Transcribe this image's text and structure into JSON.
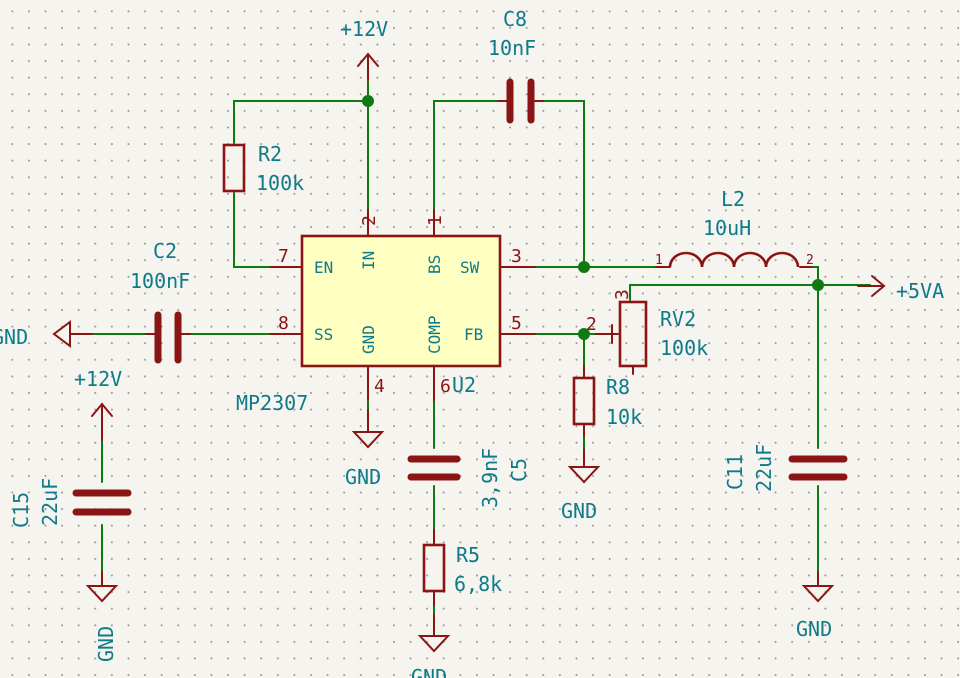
{
  "nets": {
    "vin_top": "+12V",
    "vin_left": "+12V",
    "vout": "+5VA",
    "gnd_ss": "GND",
    "gnd_chip": "GND",
    "gnd_c5": "GND",
    "gnd_r8": "GND",
    "gnd_c11": "GND",
    "gnd_c15": "GND"
  },
  "ic": {
    "ref": "U2",
    "value": "MP2307",
    "pins": {
      "en": {
        "num": "7",
        "name": "EN"
      },
      "in": {
        "num": "2",
        "name": "IN"
      },
      "bs": {
        "num": "1",
        "name": "BS"
      },
      "sw": {
        "num": "3",
        "name": "SW"
      },
      "ss": {
        "num": "8",
        "name": "SS"
      },
      "gnd": {
        "num": "4",
        "name": "GND"
      },
      "comp": {
        "num": "6",
        "name": "COMP"
      },
      "fb": {
        "num": "5",
        "name": "FB"
      }
    }
  },
  "components": {
    "c8": {
      "ref": "C8",
      "value": "10nF"
    },
    "r2": {
      "ref": "R2",
      "value": "100k"
    },
    "c2": {
      "ref": "C2",
      "value": "100nF"
    },
    "l2": {
      "ref": "L2",
      "value": "10uH",
      "pin1": "1",
      "pin2": "2"
    },
    "rv2": {
      "ref": "RV2",
      "value": "100k",
      "pin2": "2",
      "pin3": "3"
    },
    "r8": {
      "ref": "R8",
      "value": "10k"
    },
    "c5": {
      "ref": "C5",
      "value": "3,9nF"
    },
    "r5": {
      "ref": "R5",
      "value": "6,8k"
    },
    "c11": {
      "ref": "C11",
      "value": "22uF"
    },
    "c15": {
      "ref": "C15",
      "value": "22uF"
    }
  },
  "colors": {
    "wire": "#0f7a12",
    "symbol": "#8b1414",
    "label": "#0f7a8a",
    "ic_fill": "#ffffc2",
    "background": "#f5f4ef"
  }
}
